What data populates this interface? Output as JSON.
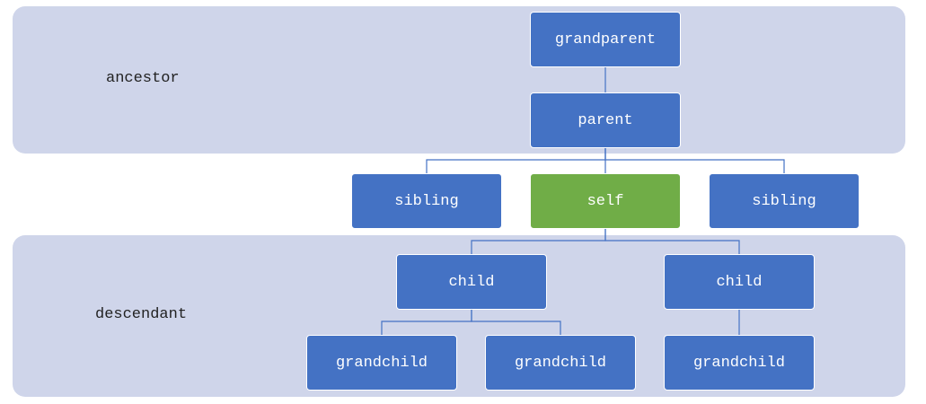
{
  "colors": {
    "band": "#cfd5ea",
    "node": "#4472c4",
    "self": "#70ad47",
    "connector": "#4472c4"
  },
  "bands": {
    "ancestor": "ancestor",
    "descendant": "descendant"
  },
  "nodes": {
    "grandparent": "grandparent",
    "parent": "parent",
    "sibling_left": "sibling",
    "self": "self",
    "sibling_right": "sibling",
    "child_left": "child",
    "child_right": "child",
    "grandchild_1": "grandchild",
    "grandchild_2": "grandchild",
    "grandchild_3": "grandchild"
  },
  "edges": [
    [
      "grandparent",
      "parent"
    ],
    [
      "parent",
      "sibling_left"
    ],
    [
      "parent",
      "self"
    ],
    [
      "parent",
      "sibling_right"
    ],
    [
      "self",
      "child_left"
    ],
    [
      "self",
      "child_right"
    ],
    [
      "child_left",
      "grandchild_1"
    ],
    [
      "child_left",
      "grandchild_2"
    ],
    [
      "child_right",
      "grandchild_3"
    ]
  ]
}
